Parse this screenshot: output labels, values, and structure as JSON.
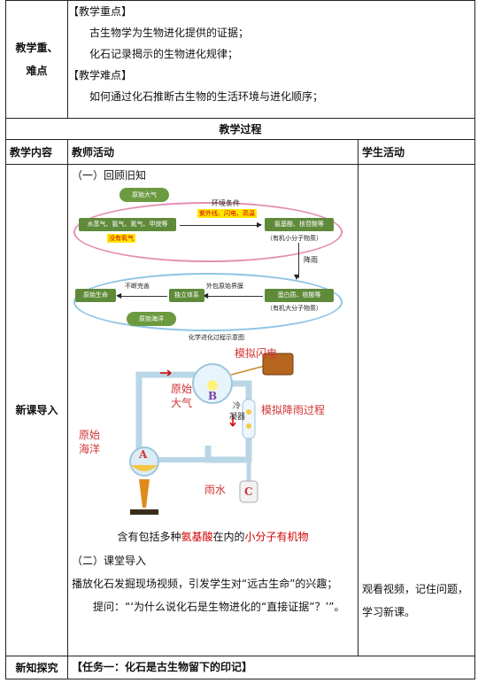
{
  "focus": {
    "label": "教学重、难点",
    "key_heading": "【教学重点】",
    "key_items": [
      "古生物学为生物进化提供的证据；",
      "化石记录揭示的生物进化规律；"
    ],
    "difficult_heading": "【教学难点】",
    "difficult_items": [
      "如何通过化石推断古生物的生活环境与进化顺序；"
    ]
  },
  "process": {
    "title": "教学过程",
    "headers": [
      "教学内容",
      "教师活动",
      "学生活动"
    ]
  },
  "intro": {
    "label": "新课导入",
    "section1": "（一）回顾旧知",
    "diagram1": {
      "cloud_top": "原始大气",
      "gases": "水蒸气、氨气、氮气、甲烷等",
      "no_oxygen": "没有氧气",
      "condition_label": "环境条件",
      "condition_value": "紫外线、闪电、高温",
      "small_molecules": "氨基酸、核苷酸等",
      "small_note": "（有机小分子物质）",
      "rain": "降雨",
      "large_molecules": "蛋白质、核酸等",
      "large_note": "（有机大分子物质）",
      "membrane": "外包原始界膜",
      "system": "独立体系",
      "improve": "不断完善",
      "life": "原始生命",
      "cloud_bottom": "原始海洋",
      "caption": "化学进化过程示意图"
    },
    "diagram2": {
      "lightning": "模拟闪电",
      "atmos1": "原始",
      "atmos2": "大气",
      "b": "B",
      "cond1": "冷",
      "cond2": "凝器",
      "rain_sim": "模拟降雨过程",
      "ocean1": "原始",
      "ocean2": "海洋",
      "a": "A",
      "rainwater": "雨水",
      "c": "C"
    },
    "caption2_a": "含有包括多种",
    "caption2_b": "氨基酸",
    "caption2_c": "在内的",
    "caption2_d": "小分子有机物",
    "section2": "（二）课堂导入",
    "play": "播放化石发掘现场视频，引发学生对“远古生命”的兴趣；",
    "question": "提问：“‘为什么说化石是生物进化的“直接证据”？’”。",
    "student": "观看视频，记住问题，学习新课。"
  },
  "explore": {
    "label": "新知探究",
    "task": "【任务一：化石是古生物留下的印记】"
  }
}
